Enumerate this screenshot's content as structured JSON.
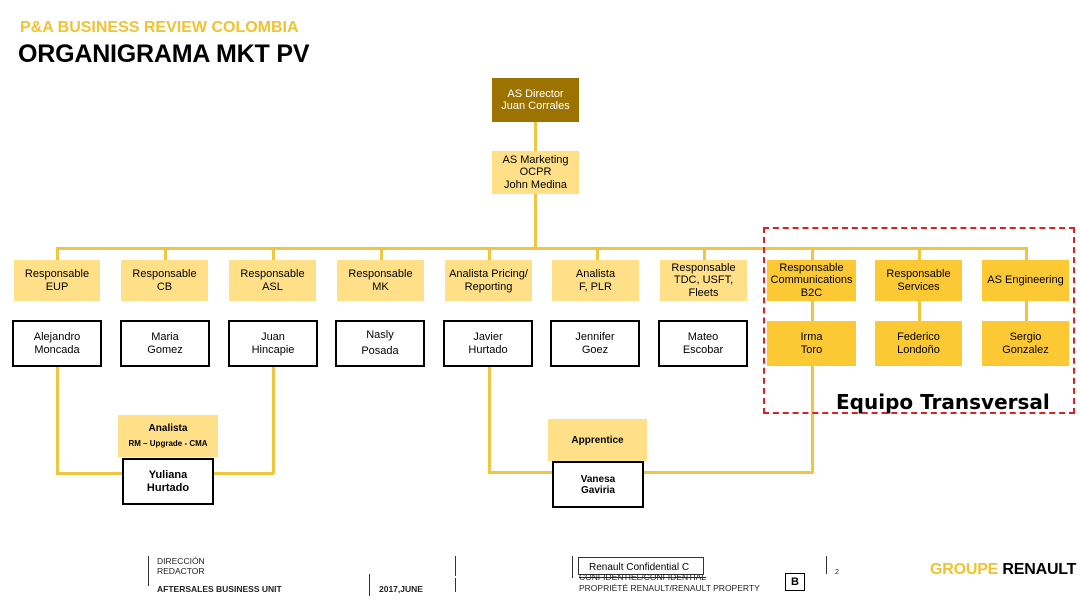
{
  "header": {
    "supertitle": "P&A BUSINESS REVIEW COLOMBIA",
    "title": "ORGANIGRAMA MKT PV"
  },
  "org": {
    "director": "AS Director\nJuan Corrales",
    "marketing": "AS Marketing\nOCPR\nJohn Medina",
    "roles": [
      "Responsable\nEUP",
      "Responsable\nCB",
      "Responsable\nASL",
      "Responsable\nMK",
      "Analista Pricing/\nReporting",
      "Analista\nF, PLR",
      "Responsable\nTDC, USFT,\nFleets",
      "Responsable\nCommunications\nB2C",
      "Responsable\nServices",
      "AS Engineering"
    ],
    "people": [
      "Alejandro\nMoncada",
      "Maria\nGomez",
      "Juan\nHincapie",
      "Nasly\nPosada",
      "Javier\nHurtado",
      "Jennifer\nGoez",
      "Mateo\nEscobar",
      "Irma\nToro",
      "Federico\nLondoño",
      "Sergio\nGonzalez"
    ],
    "analista_role": "Analista",
    "analista_sub": "RM – Upgrade - CMA",
    "analista_person": "Yuliana\nHurtado",
    "apprentice_role": "Apprentice",
    "apprentice_person": "Vanesa\nGaviria",
    "transversal_label": "Equipo Transversal"
  },
  "footer": {
    "direccion": "DIRECCIÓN",
    "redactor": "REDACTOR",
    "unit": "AFTERSALES  BUSINESS UNIT",
    "date": "2017,JUNE",
    "confidential": "Renault Confidential C",
    "confidentiel": "CONFIDENTIEL/CONFIDENTIAL",
    "property": "PROPRIÉTÉ RENAULT/RENAULT PROPERTY",
    "class_badge": "B",
    "page_number": "2"
  },
  "brand": {
    "part1": "GROUPE",
    "part2": "RENAULT"
  },
  "colors": {
    "accent_yellow": "#f1c232",
    "box_pale": "#ffdf88",
    "box_gold": "#fcc834",
    "director_brown": "#9c7300",
    "transversal_red": "#e02020"
  }
}
